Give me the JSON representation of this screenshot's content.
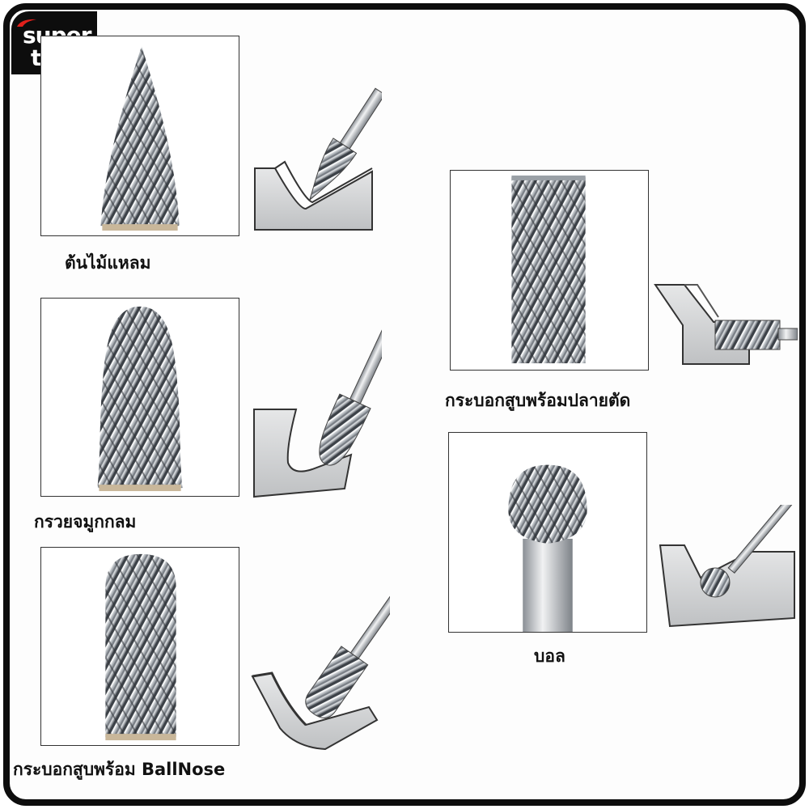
{
  "brand": {
    "line1": "super",
    "line2": "tool",
    "accent_color": "#e0201b"
  },
  "colors": {
    "frame": "#0d0d0d",
    "metal_dark": "#5a5f66",
    "metal_light": "#e8eaec",
    "workpiece": "#d3d4d6"
  },
  "products": [
    {
      "id": "tree-pointed",
      "label": "ต้นไม้แหลม",
      "icon": "pointed-tree-burr"
    },
    {
      "id": "flame-round",
      "label": "กรวยจมูกกลม",
      "icon": "round-nose-cone-burr"
    },
    {
      "id": "cylinder-ballnose",
      "label": "กระบอกสูบพร้อม BallNose",
      "icon": "ball-nose-cylinder-burr"
    },
    {
      "id": "cylinder-endcut",
      "label": "กระบอกสูบพร้อมปลายตัด",
      "icon": "end-cut-cylinder-burr"
    },
    {
      "id": "ball",
      "label": "บอล",
      "icon": "ball-burr"
    }
  ]
}
